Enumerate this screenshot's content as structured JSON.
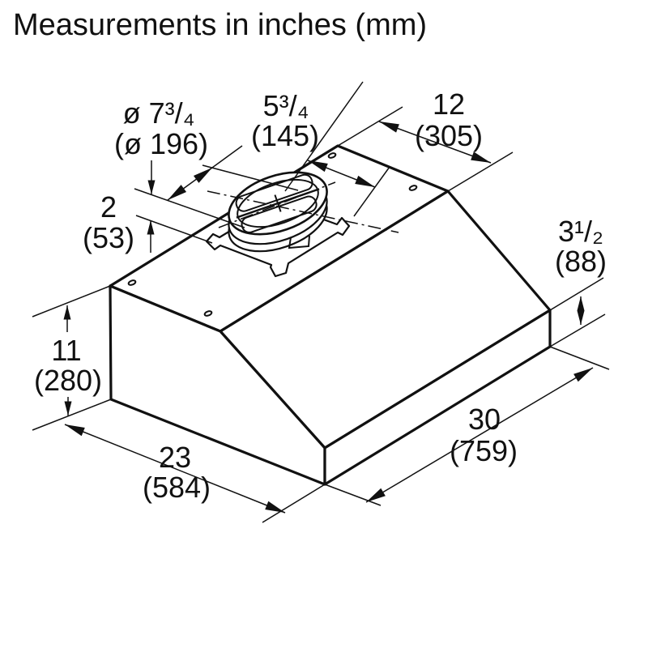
{
  "title": "Measurements in inches (mm)",
  "diagram": {
    "product": "under-cabinet range hood",
    "view": "isometric line drawing",
    "units_note": "inches (mm)",
    "dimensions": {
      "duct_diameter": {
        "in": "ø 7³/₄",
        "mm": "(ø 196)"
      },
      "collar_width": {
        "in": "5³/₄",
        "mm": "(145)"
      },
      "top_depth": {
        "in": "12",
        "mm": "(305)"
      },
      "collar_height": {
        "in": "2",
        "mm": "(53)"
      },
      "rim_height": {
        "in": "3¹/₂",
        "mm": "(88)"
      },
      "body_height": {
        "in": "11",
        "mm": "(280)"
      },
      "bottom_depth": {
        "in": "23",
        "mm": "(584)"
      },
      "width": {
        "in": "30",
        "mm": "(759)"
      }
    }
  }
}
